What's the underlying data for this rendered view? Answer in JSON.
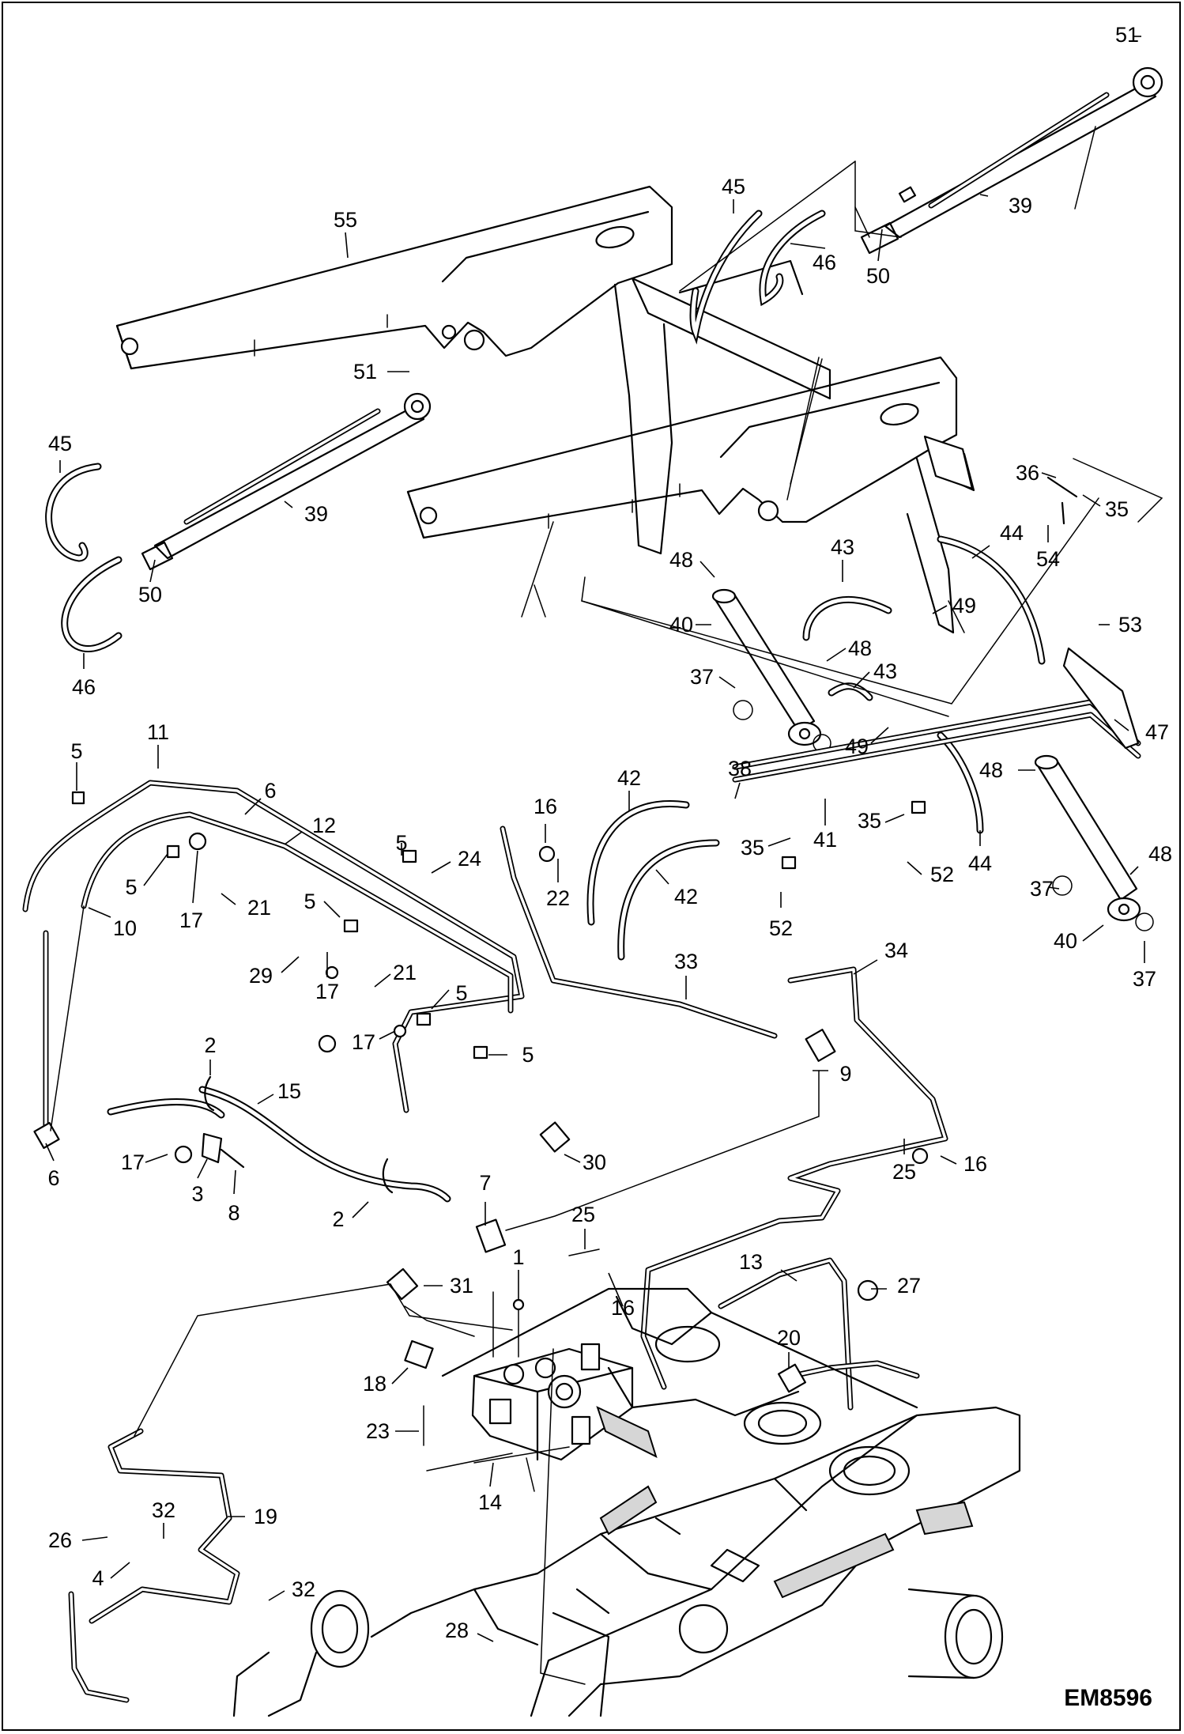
{
  "drawing": {
    "id": "EM8596"
  },
  "callouts": {
    "c1": "1",
    "c2": "2",
    "c3": "3",
    "c4": "4",
    "c5": "5",
    "c6": "6",
    "c7": "7",
    "c8": "8",
    "c9": "9",
    "c10": "10",
    "c11": "11",
    "c12": "12",
    "c13": "13",
    "c14": "14",
    "c15": "15",
    "c16": "16",
    "c17": "17",
    "c18": "18",
    "c19": "19",
    "c20": "20",
    "c21": "21",
    "c22": "22",
    "c23": "23",
    "c24": "24",
    "c25": "25",
    "c26": "26",
    "c27": "27",
    "c28": "28",
    "c29": "29",
    "c30": "30",
    "c31": "31",
    "c32": "32",
    "c33": "33",
    "c34": "34",
    "c35": "35",
    "c36": "36",
    "c37": "37",
    "c38": "38",
    "c39": "39",
    "c40": "40",
    "c41": "41",
    "c42": "42",
    "c43": "43",
    "c44": "44",
    "c45": "45",
    "c46": "46",
    "c47": "47",
    "c48": "48",
    "c49": "49",
    "c50": "50",
    "c51": "51",
    "c52": "52",
    "c53": "53",
    "c54": "54",
    "c55": "55"
  }
}
